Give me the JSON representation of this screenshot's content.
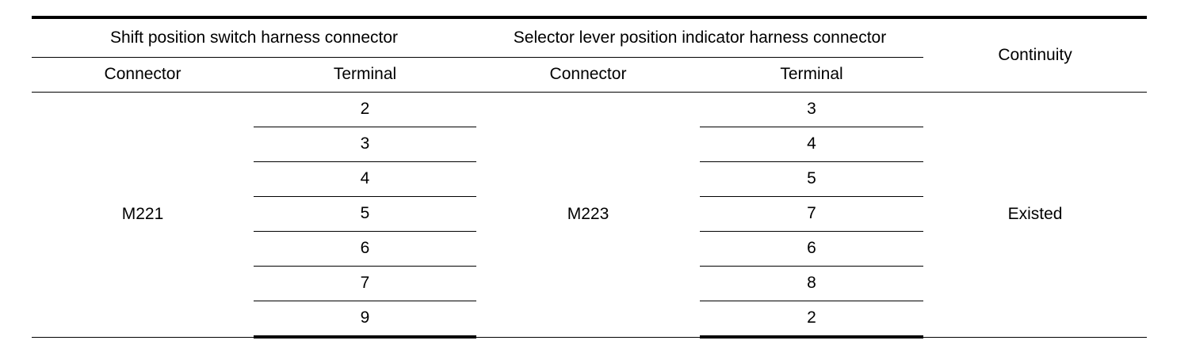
{
  "table": {
    "name": "continuity-check-table",
    "group_headers": [
      {
        "label": "Shift position switch harness connector",
        "span": 2
      },
      {
        "label": "Selector lever position indicator harness connector",
        "span": 2
      }
    ],
    "continuity_header": "Continuity",
    "sub_headers": [
      "Connector",
      "Terminal",
      "Connector",
      "Terminal"
    ],
    "left_connector": "M221",
    "right_connector": "M223",
    "continuity_value": "Existed",
    "rows": [
      {
        "left_terminal": "2",
        "right_terminal": "3"
      },
      {
        "left_terminal": "3",
        "right_terminal": "4"
      },
      {
        "left_terminal": "4",
        "right_terminal": "5"
      },
      {
        "left_terminal": "5",
        "right_terminal": "7"
      },
      {
        "left_terminal": "6",
        "right_terminal": "6"
      },
      {
        "left_terminal": "7",
        "right_terminal": "8"
      },
      {
        "left_terminal": "9",
        "right_terminal": "2"
      }
    ],
    "colors": {
      "rule": "#000000",
      "text": "#000000",
      "background": "#ffffff"
    }
  }
}
